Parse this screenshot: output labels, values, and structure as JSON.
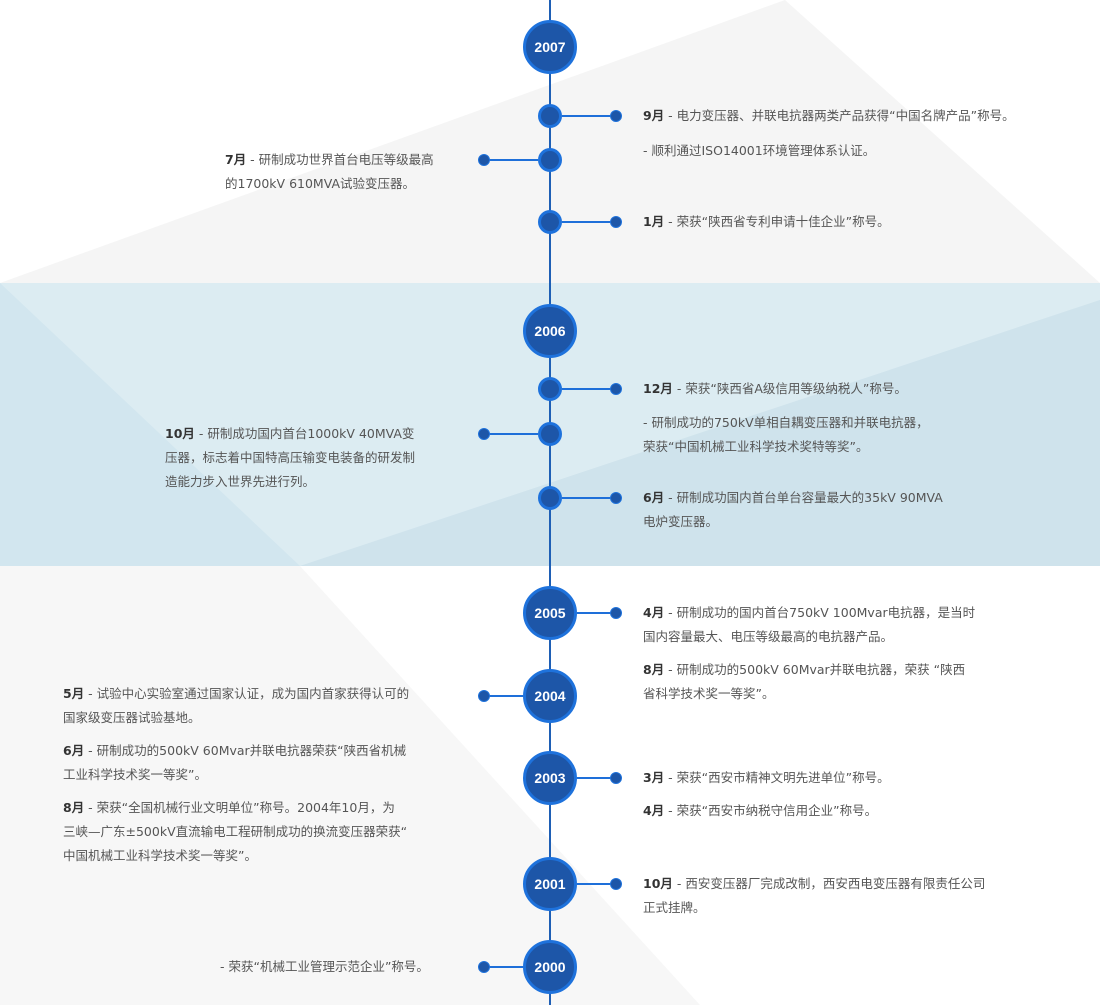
{
  "colors": {
    "accent": "#1d56a8",
    "ring": "#1e72dc",
    "band": "#d2e6ef"
  },
  "years": [
    "2007",
    "2006",
    "2005",
    "2004",
    "2003",
    "2001",
    "2000"
  ],
  "events": {
    "e2007_9": {
      "month": "9月",
      "text": " - 电力变压器、并联电抗器两类产品获得“中国名牌产品”称号。"
    },
    "e2007_iso": {
      "text": "- 顺利通过ISO14001环境管理体系认证。"
    },
    "e2007_7": {
      "month": "7月",
      "line1": " - 研制成功世界首台电压等级最高",
      "line2": "的1700kV  610MVA试验变压器。"
    },
    "e2007_1": {
      "month": "1月",
      "text": " - 荣获“陕西省专利申请十佳企业”称号。"
    },
    "e2006_12": {
      "month": "12月",
      "text": " - 荣获“陕西省A级信用等级纳税人”称号。"
    },
    "e2006_750": {
      "line1": "- 研制成功的750kV单相自耦变压器和并联电抗器，",
      "line2": "荣获“中国机械工业科学技术奖特等奖”。"
    },
    "e2006_10": {
      "month": "10月",
      "line1": " - 研制成功国内首台1000kV  40MVA变",
      "line2": "压器，标志着中国特高压输变电装备的研发制",
      "line3": "造能力步入世界先进行列。"
    },
    "e2006_6": {
      "month": "6月",
      "line1": " - 研制成功国内首台单台容量最大的35kV  90MVA",
      "line2": "电炉变压器。"
    },
    "e2005_4": {
      "month": "4月",
      "line1": " - 研制成功的国内首台750kV  100Mvar电抗器，是当时",
      "line2": "国内容量最大、电压等级最高的电抗器产品。"
    },
    "e2005_8": {
      "month": "8月",
      "line1": " - 研制成功的500kV  60Mvar并联电抗器，荣获 “陕西",
      "line2": "省科学技术奖一等奖”。"
    },
    "e2004_5": {
      "month": "5月",
      "line1": " - 试验中心实验室通过国家认证，成为国内首家获得认可的",
      "line2": "国家级变压器试验基地。"
    },
    "e2004_6": {
      "month": "6月",
      "line1": " - 研制成功的500kV  60Mvar并联电抗器荣获“陕西省机械",
      "line2": "工业科学技术奖一等奖”。"
    },
    "e2004_8": {
      "month": "8月",
      "line1": " - 荣获“全国机械行业文明单位”称号。2004年10月，为",
      "line2": "三峡—广东±500kV直流输电工程研制成功的换流变压器荣获“",
      "line3": "中国机械工业科学技术奖一等奖”。"
    },
    "e2003_3": {
      "month": "3月",
      "text": " - 荣获“西安市精神文明先进单位”称号。"
    },
    "e2003_4": {
      "month": "4月",
      "text": " - 荣获“西安市纳税守信用企业”称号。"
    },
    "e2001_10": {
      "month": "10月",
      "line1": " - 西安变压器厂完成改制，西安西电变压器有限责任公司",
      "line2": "正式挂牌。"
    },
    "e2000": {
      "text": "- 荣获“机械工业管理示范企业”称号。"
    }
  }
}
